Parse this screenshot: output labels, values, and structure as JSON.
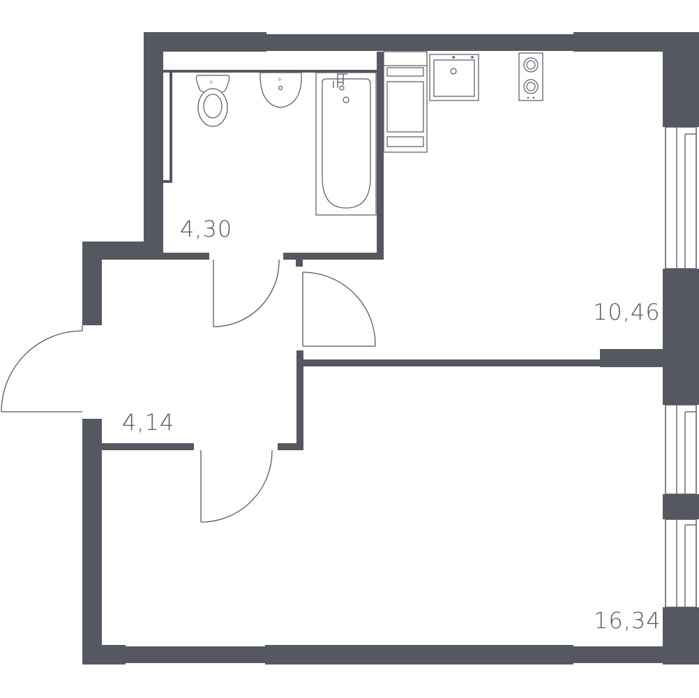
{
  "plan": {
    "rooms": [
      {
        "id": "bathroom",
        "area": "4,30"
      },
      {
        "id": "kitchen",
        "area": "10,46"
      },
      {
        "id": "hallway",
        "area": "4,14"
      },
      {
        "id": "living-room",
        "area": "16,34"
      }
    ],
    "colors": {
      "wall": "#555860",
      "background": "#ffffff"
    }
  }
}
